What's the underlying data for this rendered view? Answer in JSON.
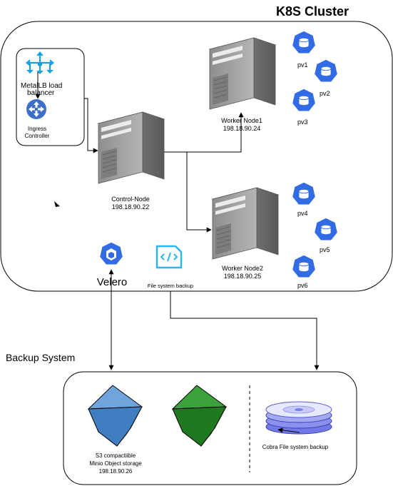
{
  "cluster": {
    "title": "K8S Cluster",
    "loadbalancer_label": "MetalLB load balancer",
    "ingress_label_line1": "Ingress",
    "ingress_label_line2": "Controller",
    "control_node": {
      "name": "Control-Node",
      "ip": "198.18.90.22"
    },
    "worker1": {
      "name": "Worker Node1",
      "ip": "198.18.90.24"
    },
    "worker2": {
      "name": "Worker Node2",
      "ip": "198.18.90.25"
    },
    "pvs": [
      "pv1",
      "pv2",
      "pv3",
      "pv4",
      "pv5",
      "pv6"
    ],
    "velero_label": "Velero",
    "fs_backup_label": "File system backup"
  },
  "backup": {
    "title": "Backup System",
    "minio_line1": "S3 compactiible",
    "minio_line2": "Minio Object storage",
    "minio_line3": "198.18.90.26",
    "cobra_label": "Cobra File system backup"
  },
  "colors": {
    "k8s_blue": "#326CE5",
    "lb_cyan": "#1BA1E2",
    "fs_cyan": "#29B6F6",
    "minio_blue": "#3F7FC1",
    "green_box": "#1F7A1F",
    "server_gray": "#9A9A9A"
  }
}
